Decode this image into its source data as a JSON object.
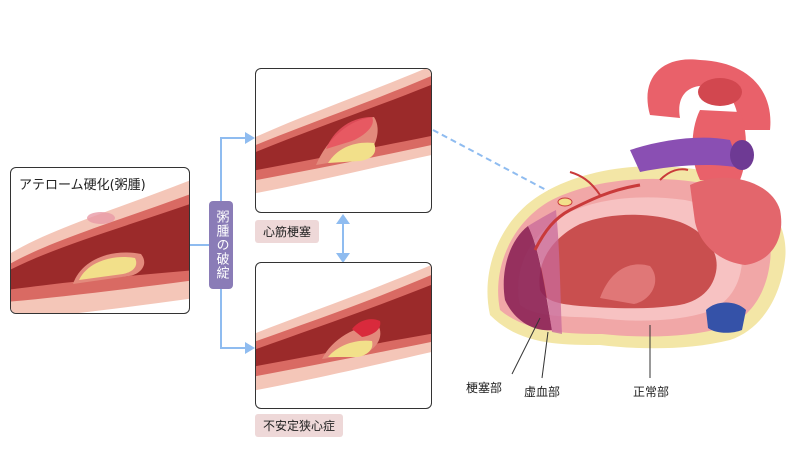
{
  "panels": {
    "atheroma": {
      "title": "アテローム硬化(粥腫)"
    },
    "infarction": {
      "label": "心筋梗塞"
    },
    "angina": {
      "label": "不安定狭心症"
    }
  },
  "rupture_label": "粥腫の破綻",
  "heart": {
    "labels": {
      "infarct": "梗塞部",
      "ischemic": "虚血部",
      "normal": "正常部"
    }
  },
  "colors": {
    "vessel_outer": "#f4c6b8",
    "vessel_wall": "#d96a63",
    "vessel_lumen": "#9b2a2a",
    "plaque": "#f2e08a",
    "arrow": "#7fb2ee",
    "label_bg": "#8a7cb7",
    "tag_bg": "#eed8d8"
  }
}
